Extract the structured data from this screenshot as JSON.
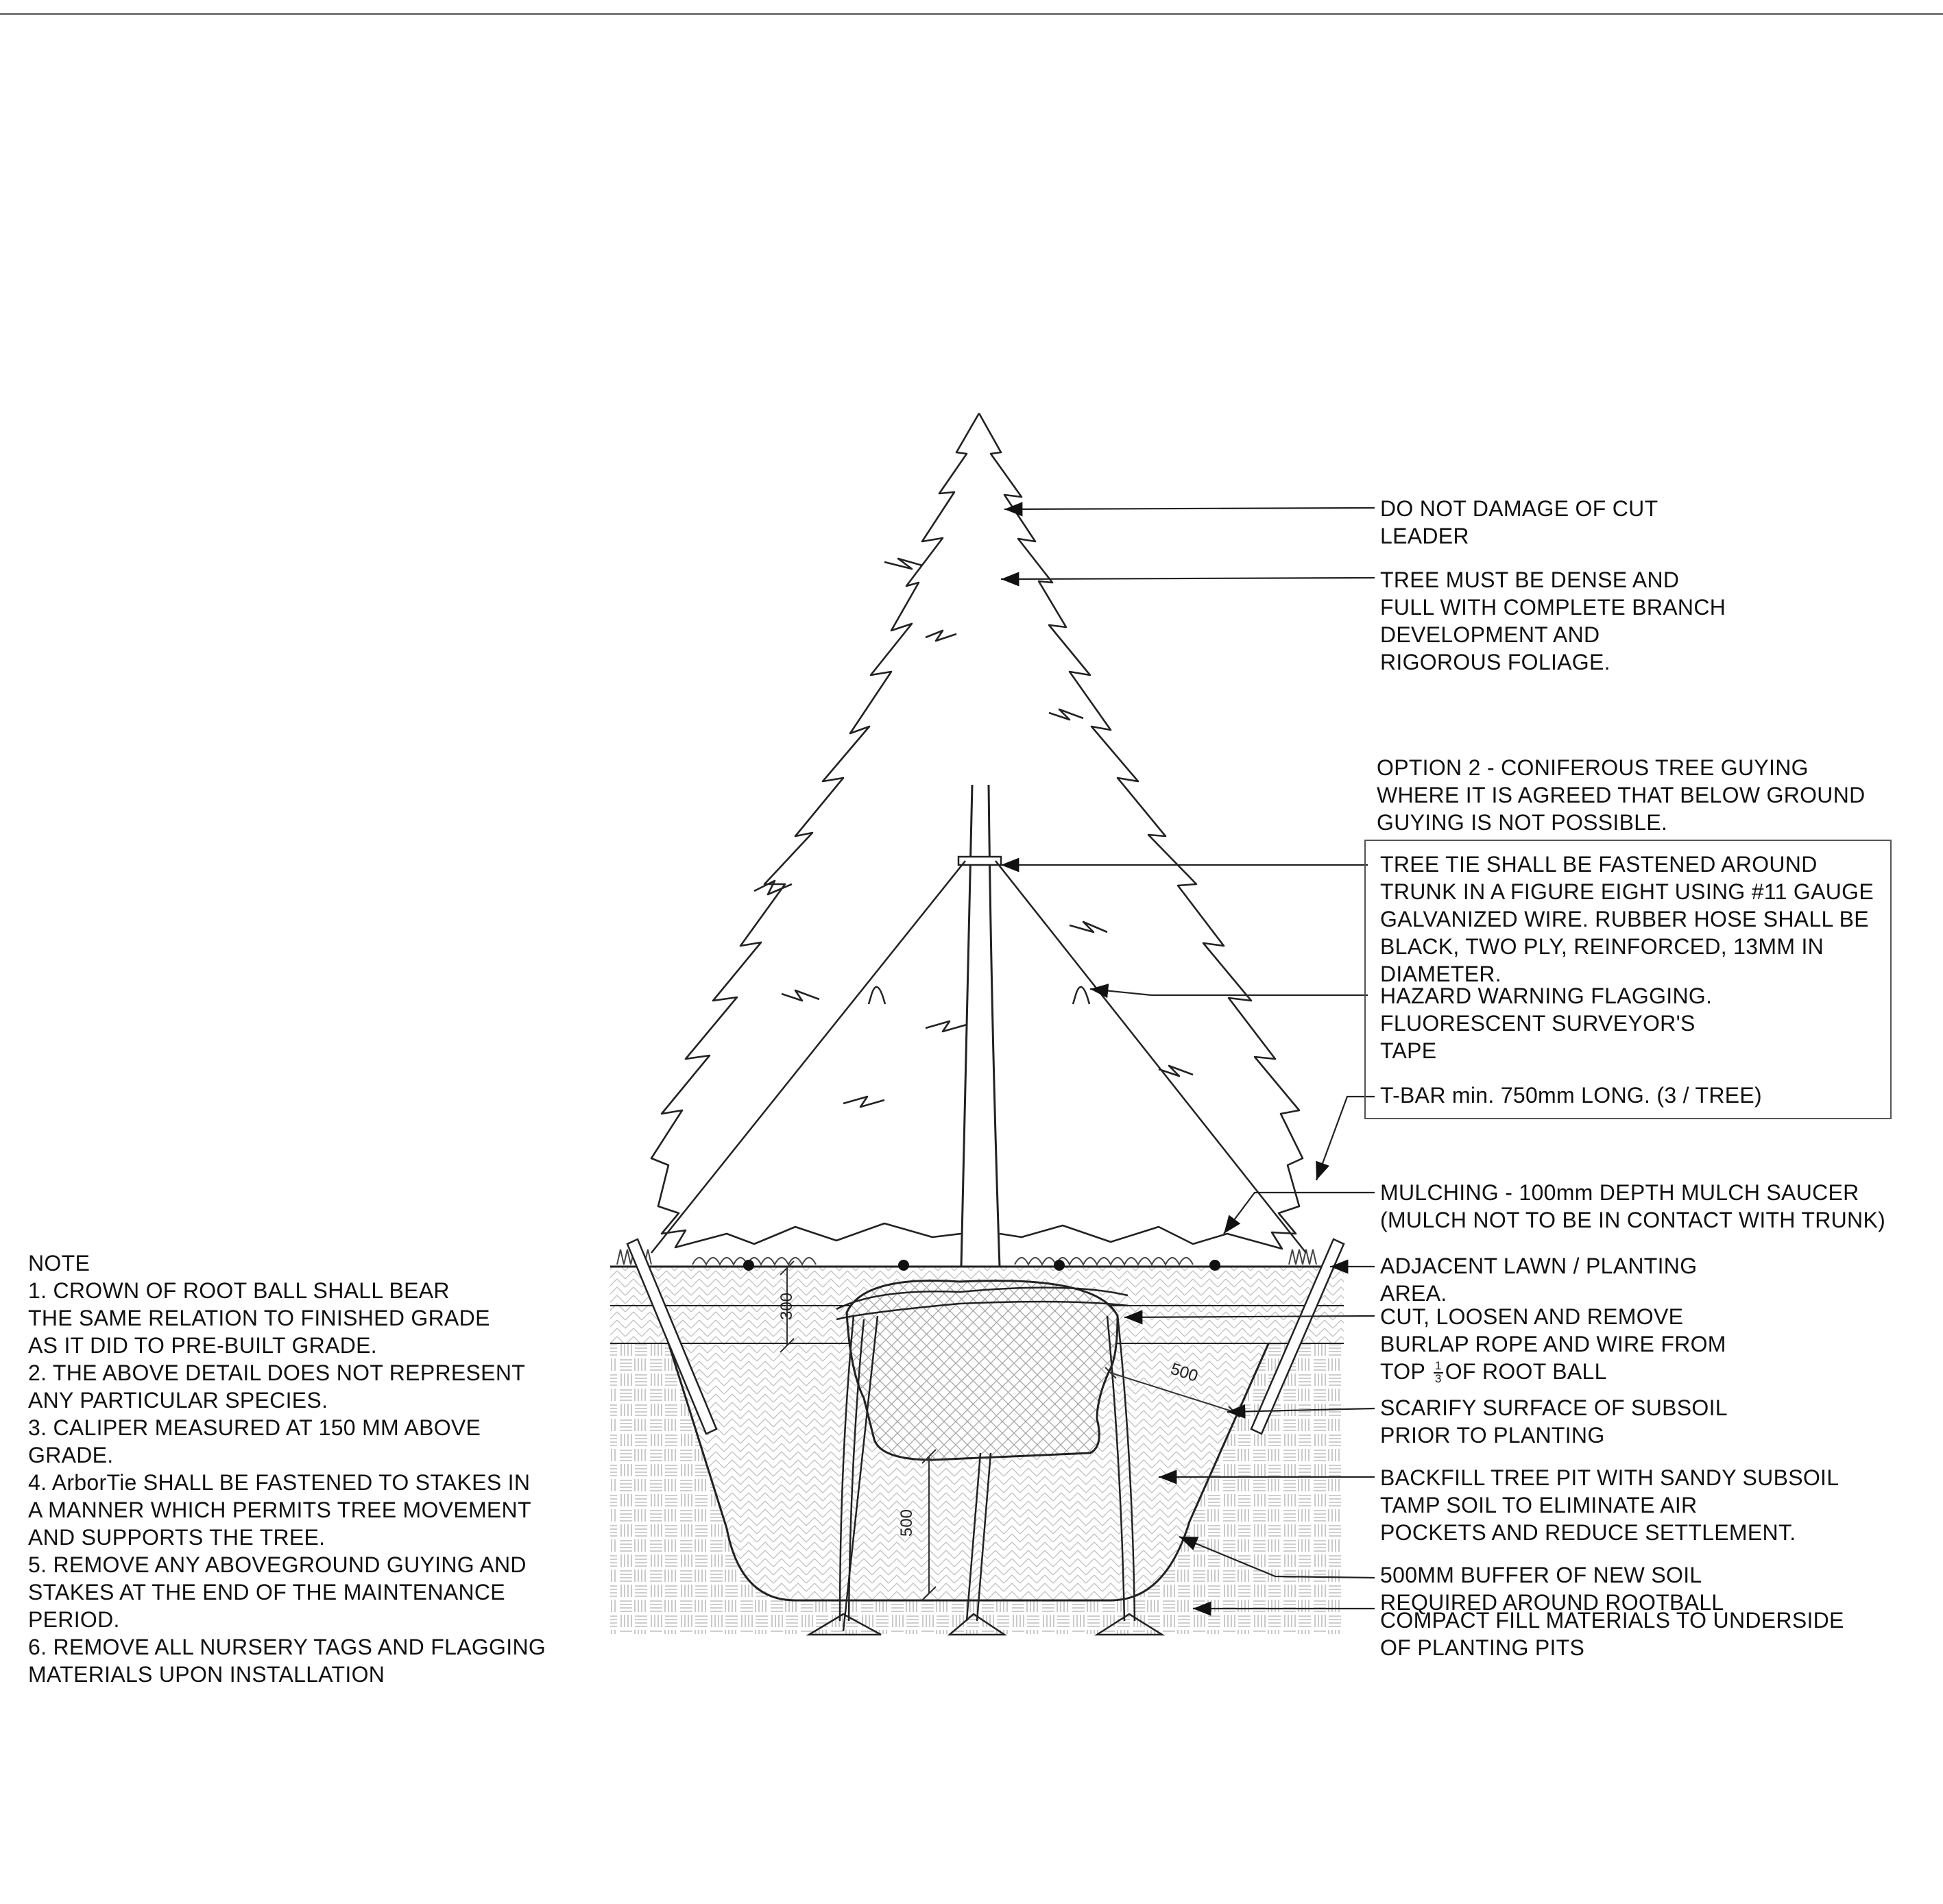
{
  "callouts": {
    "leader": [
      "DO NOT DAMAGE OF CUT",
      "LEADER"
    ],
    "dense": [
      "TREE MUST BE DENSE AND",
      "FULL WITH COMPLETE BRANCH",
      "DEVELOPMENT AND",
      "RIGOROUS FOLIAGE."
    ],
    "option2": [
      "OPTION 2 - CONIFEROUS TREE GUYING",
      "WHERE IT IS AGREED THAT BELOW GROUND",
      "GUYING IS NOT POSSIBLE."
    ],
    "tie": [
      "TREE TIE SHALL BE FASTENED AROUND",
      "TRUNK IN A FIGURE EIGHT USING #11 GAUGE",
      "GALVANIZED WIRE. RUBBER HOSE SHALL BE",
      "BLACK, TWO PLY, REINFORCED, 13MM IN",
      "DIAMETER."
    ],
    "flag": [
      "HAZARD WARNING FLAGGING.",
      "FLUORESCENT SURVEYOR'S",
      "TAPE"
    ],
    "tbar": "T-BAR min. 750mm LONG. (3 / TREE)",
    "mulch": [
      "MULCHING - 100mm DEPTH MULCH SAUCER",
      "(MULCH NOT TO BE IN CONTACT WITH TRUNK)"
    ],
    "lawn": [
      "ADJACENT LAWN / PLANTING",
      "AREA."
    ],
    "burlap": {
      "line1": "CUT, LOOSEN AND REMOVE",
      "line2": "BURLAP ROPE AND WIRE FROM",
      "top": "TOP",
      "frac_num": "1",
      "frac_den": "3",
      "rest": "OF ROOT BALL"
    },
    "scarify": [
      "SCARIFY SURFACE OF SUBSOIL",
      "PRIOR TO PLANTING"
    ],
    "backfill": [
      "BACKFILL TREE PIT WITH SANDY SUBSOIL",
      "TAMP SOIL TO ELIMINATE AIR",
      "POCKETS AND REDUCE SETTLEMENT."
    ],
    "buffer": [
      "500MM BUFFER OF NEW SOIL",
      "REQUIRED AROUND ROOTBALL"
    ],
    "compact": [
      "COMPACT FILL MATERIALS TO  UNDERSIDE",
      "OF PLANTING PITS"
    ]
  },
  "dimensions": {
    "mulch_depth": "300",
    "buffer_side": "500",
    "buffer_bottom": "500"
  },
  "notes": [
    "NOTE",
    "1. CROWN OF ROOT BALL SHALL BEAR",
    "THE SAME RELATION TO FINISHED GRADE",
    "AS IT DID TO PRE-BUILT GRADE.",
    "2. THE ABOVE DETAIL DOES NOT REPRESENT",
    "ANY PARTICULAR SPECIES.",
    "3. CALIPER MEASURED AT 150 MM ABOVE",
    "GRADE.",
    "4.  ArborTie SHALL BE FASTENED TO STAKES IN",
    "A MANNER WHICH PERMITS TREE MOVEMENT",
    "AND SUPPORTS THE TREE.",
    "5.  REMOVE ANY ABOVEGROUND GUYING AND",
    "STAKES AT THE END OF THE MAINTENANCE",
    "PERIOD.",
    "6. REMOVE ALL NURSERY TAGS AND FLAGGING",
    "MATERIALS UPON INSTALLATION"
  ],
  "colors": {
    "line": "#222222",
    "hatch": "#b5b5b5",
    "rootball_hatch": "#9a9a9a"
  }
}
